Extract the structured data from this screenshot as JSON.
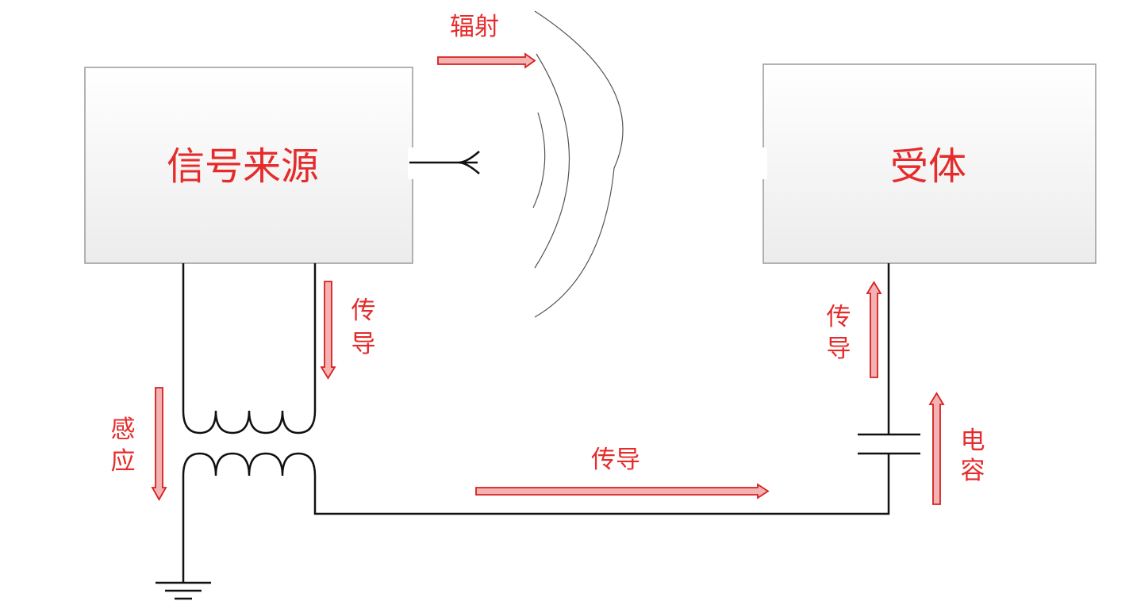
{
  "source_box": {
    "label": "信号来源"
  },
  "receiver_box": {
    "label": "受体"
  },
  "labels": {
    "radiation": "辐射",
    "conduction_source_char1": "传",
    "conduction_source_char2": "导",
    "induction_char1": "感",
    "induction_char2": "应",
    "conduction_bottom": "传导",
    "conduction_receiver_char1": "传",
    "conduction_receiver_char2": "导",
    "capacitance_char1": "电",
    "capacitance_char2": "容"
  },
  "colors": {
    "label": "#e52b2b",
    "arrow_fill": "#f3b3b3",
    "arrow_stroke": "#d62020",
    "wire": "#111111",
    "box_stroke": "#9a9a9a"
  }
}
